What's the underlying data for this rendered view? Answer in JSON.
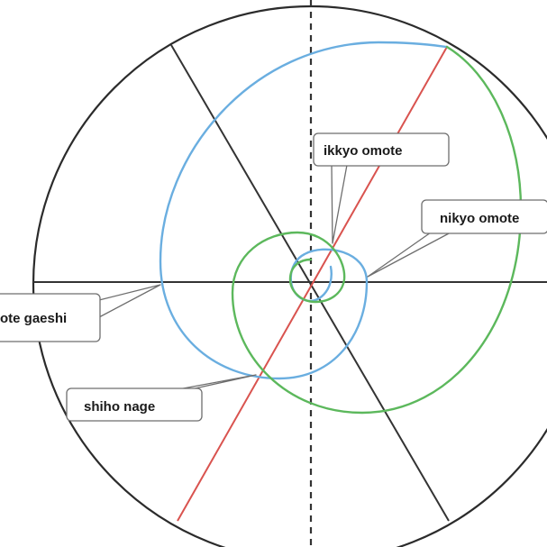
{
  "colors": {
    "outer_circle": "#2b2b2b",
    "axis_lines": "#333333",
    "dashed_axis": "#333333",
    "red_line": "#d9534f",
    "blue_spiral": "#6aaee0",
    "green_spiral": "#5cb85c",
    "callout_border": "#6e6e6e",
    "background": "#ffffff"
  },
  "labels": {
    "ikkyo": "ikkyo omote",
    "nikyo": "nikyo omote",
    "kote": "ote gaeshi",
    "shiho": "shiho nage"
  }
}
